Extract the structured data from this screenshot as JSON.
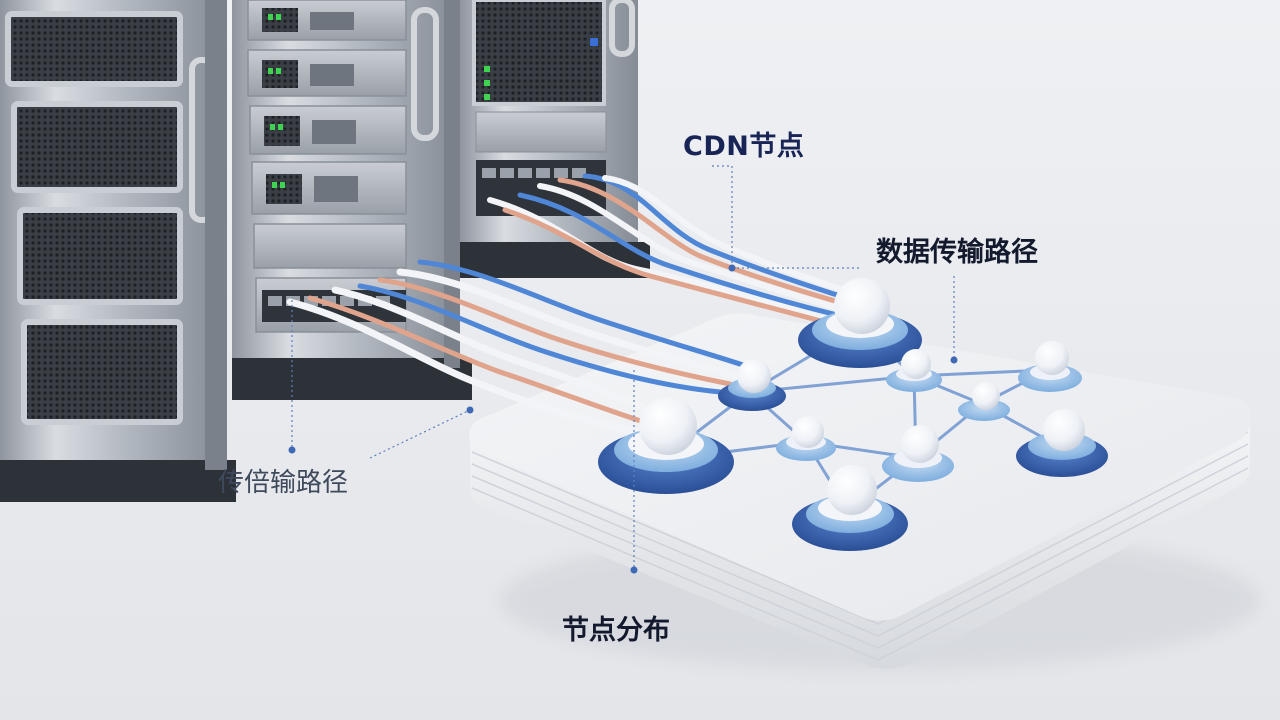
{
  "labels": {
    "cdn_node": "CDN节点",
    "data_path": "数据传输路径",
    "transfer_path": "传倍输路径",
    "node_distribution": "节点分布"
  },
  "colors": {
    "background": "#eceef2",
    "server_metal": "#b9bec6",
    "server_dark": "#2b2f36",
    "cable_blue": "#4f86d6",
    "cable_salmon": "#e0a48c",
    "cable_white": "#f2f4f7",
    "node_ring_dark": "#3563b3",
    "node_ring_light": "#9cc3ea",
    "node_sphere": "#f4f6fa",
    "platform": "#eceef1",
    "leader_line": "#5b7fc0"
  },
  "icons": [
    "server-rack-icon",
    "network-node-icon",
    "fiber-cable-icon"
  ]
}
